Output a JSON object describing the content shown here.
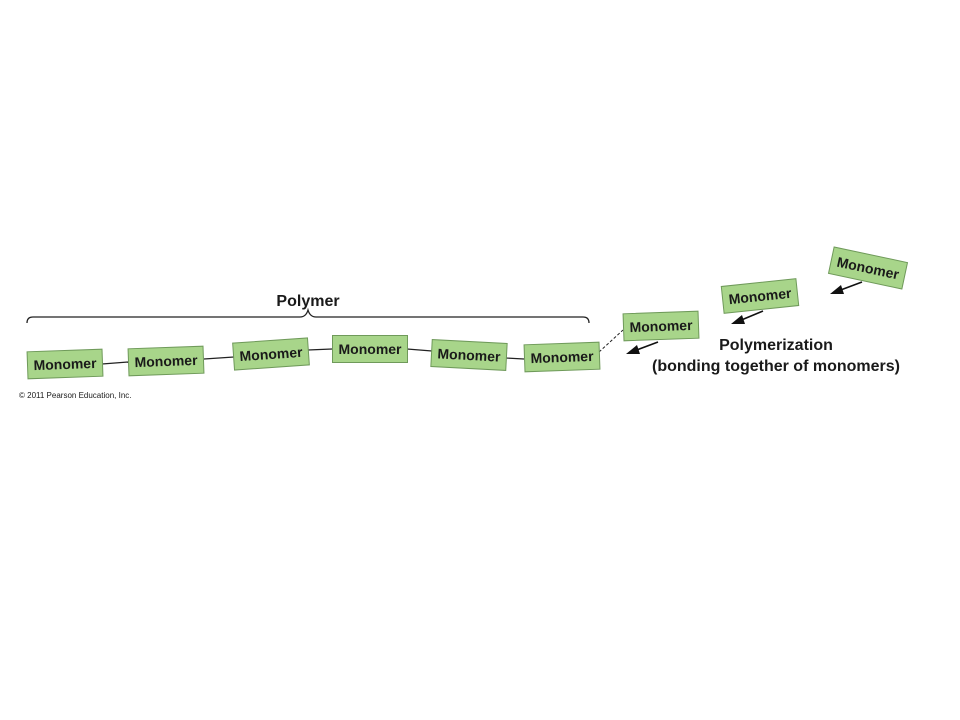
{
  "diagram": {
    "polymer_label": "Polymer",
    "monomer_label": "Monomer",
    "process_title": "Polymerization",
    "process_subtitle": "(bonding together of monomers)",
    "copyright": "© 2011 Pearson Education, Inc.",
    "chain_monomer_count": 6,
    "free_monomer_count": 3,
    "colors": {
      "monomer_fill": "#a8d58a",
      "monomer_border": "#6f9a5a",
      "text": "#1a1a1a",
      "line": "#222222"
    }
  }
}
